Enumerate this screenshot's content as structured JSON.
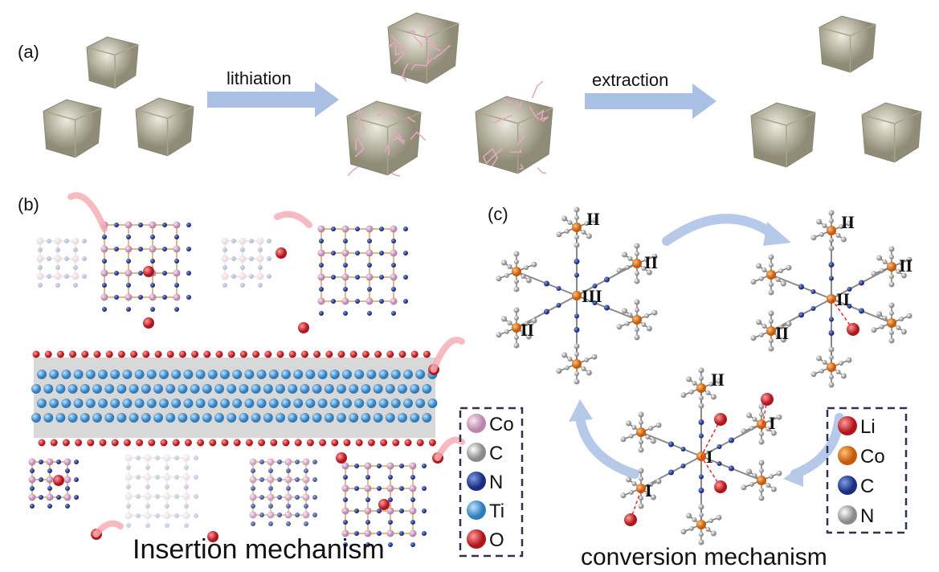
{
  "panels": {
    "a": {
      "label": "(a)",
      "arrow1": "lithiation",
      "arrow2": "extraction"
    },
    "b": {
      "label": "(b)",
      "caption": "Insertion mechanism",
      "legend": [
        {
          "el": "Co",
          "color": "#e2b4d4"
        },
        {
          "el": "C",
          "color": "#b8b8b8"
        },
        {
          "el": "N",
          "color": "#24308f"
        },
        {
          "el": "Ti",
          "color": "#4a9ad4"
        },
        {
          "el": "O",
          "color": "#c8313a"
        }
      ]
    },
    "c": {
      "label": "(c)",
      "caption": "conversion mechanism",
      "legend": [
        {
          "el": "Li",
          "color": "#e0262f"
        },
        {
          "el": "Co",
          "color": "#e9761c"
        },
        {
          "el": "C",
          "color": "#2c4d9c"
        },
        {
          "el": "N",
          "color": "#c8c8c8"
        }
      ],
      "states": {
        "top_left": [
          "III",
          "II",
          "II",
          "II"
        ],
        "top_right": [
          "II",
          "II",
          "II",
          "II"
        ],
        "bottom": [
          "I",
          "II",
          "I",
          "I"
        ]
      }
    }
  },
  "colors": {
    "arrow": "#a9bfe3",
    "cube": "#cfcbb6",
    "crack": "#e6a8c0"
  }
}
